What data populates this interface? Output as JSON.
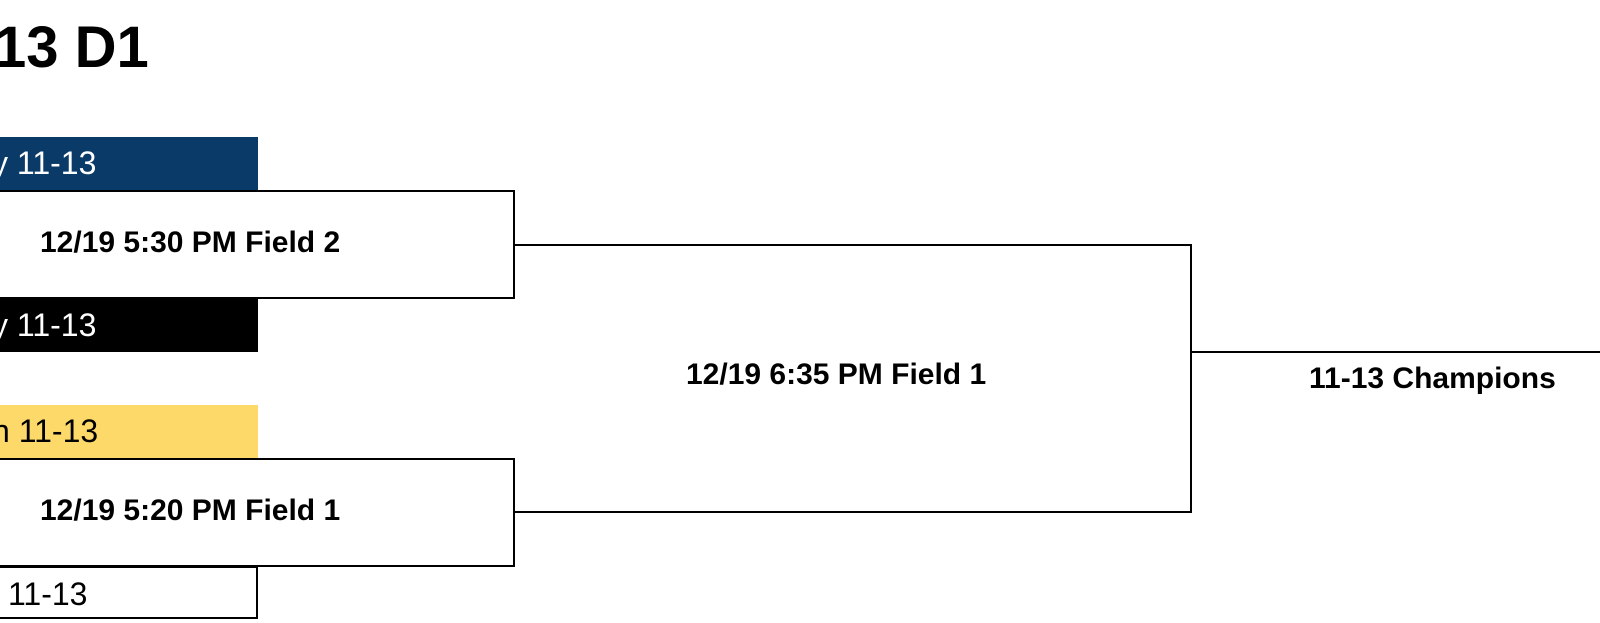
{
  "bracket": {
    "title": "13 D1",
    "teams": [
      {
        "label": "y 11-13",
        "color": "#0a3a68"
      },
      {
        "label": "y 11-13",
        "color": "#000000"
      },
      {
        "label": "n 11-13",
        "color": "#fdd969"
      },
      {
        "label": "11-13",
        "color": "#ffffff"
      }
    ],
    "semifinals": [
      {
        "label": "12/19 5:30 PM Field 2"
      },
      {
        "label": "12/19 5:20 PM Field 1"
      }
    ],
    "final": {
      "label": "12/19 6:35 PM Field 1"
    },
    "champion": {
      "label": "11-13 Champions"
    }
  }
}
